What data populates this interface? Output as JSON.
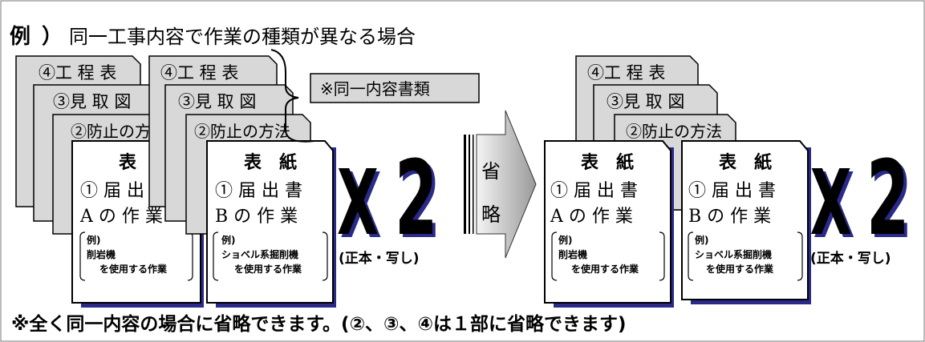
{
  "title": {
    "prefix": "例",
    "paren": "）",
    "text": "同一工事内容で作業の種類が異なる場合"
  },
  "note_box": "※同一内容書類",
  "docs": {
    "process_chart": "④工 程 表",
    "plan_view": "③見 取 図",
    "prevention": "②防止の方法",
    "cover": "表　紙",
    "notification": "① 届 出 書",
    "work_a": "A の 作 業",
    "work_b": "B の 作 業",
    "example_label": "例)",
    "example_a_line1": "削岩機",
    "example_a_line2": "を使用する作業",
    "example_b_line1": "ショベル系掘削機",
    "example_b_line2": "を使用する作業"
  },
  "multiplier": {
    "x": "X",
    "n": "2",
    "note": "(正本・写し)"
  },
  "arrow": {
    "line1": "省",
    "line2": "略"
  },
  "footer": "※全く同一内容の場合に省略できます。(②、③、④は１部に省略できます)",
  "colors": {
    "paper": "#d8d8d8",
    "shadow": "#2a2a8a",
    "border": "#000000"
  }
}
